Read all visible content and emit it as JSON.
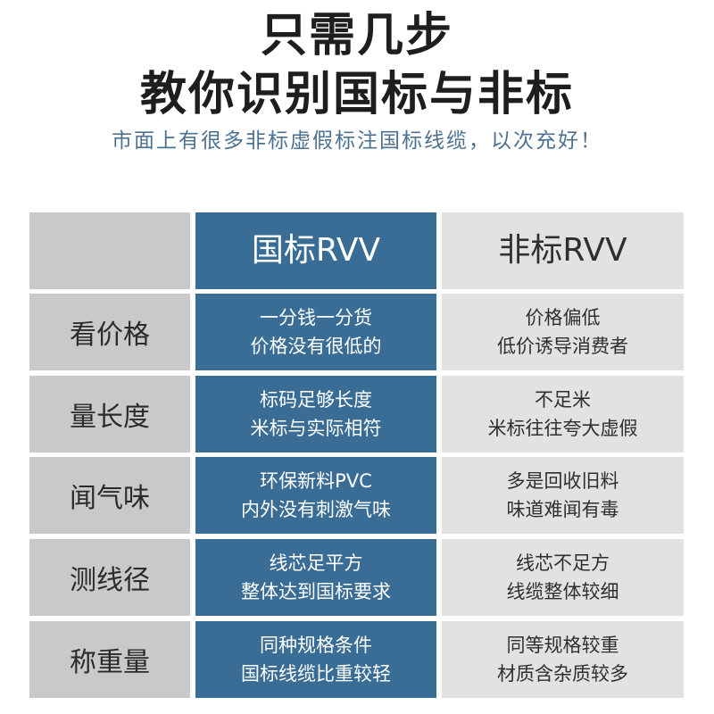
{
  "header": {
    "title_line1": "只需几步",
    "title_line2": "教你识别国标与非标",
    "subtitle": "市面上有很多非标虚假标注国标线缆，以次充好！"
  },
  "table": {
    "columns": [
      "",
      "国标RVV",
      "非标RVV"
    ],
    "rows": [
      {
        "label": "看价格",
        "standard": [
          "一分钱一分货",
          "价格没有很低的"
        ],
        "nonstandard": [
          "价格偏低",
          "低价诱导消费者"
        ]
      },
      {
        "label": "量长度",
        "standard": [
          "标码足够长度",
          "米标与实际相符"
        ],
        "nonstandard": [
          "不足米",
          "米标往往夸大虚假"
        ]
      },
      {
        "label": "闻气味",
        "standard": [
          "环保新料PVC",
          "内外没有刺激气味"
        ],
        "nonstandard": [
          "多是回收旧料",
          "味道难闻有毒"
        ]
      },
      {
        "label": "测线径",
        "standard": [
          "线芯足平方",
          "整体达到国标要求"
        ],
        "nonstandard": [
          "线芯不足方",
          "线缆整体较细"
        ]
      },
      {
        "label": "称重量",
        "standard": [
          "同种规格条件",
          "国标线缆比重较轻"
        ],
        "nonstandard": [
          "同等规格较重",
          "材质含杂质较多"
        ]
      }
    ]
  },
  "colors": {
    "standard_bg": "#3a6d96",
    "nonstandard_bg": "#e2e2e2",
    "label_bg": "#c9c9c9",
    "subtitle": "#4d7191"
  }
}
